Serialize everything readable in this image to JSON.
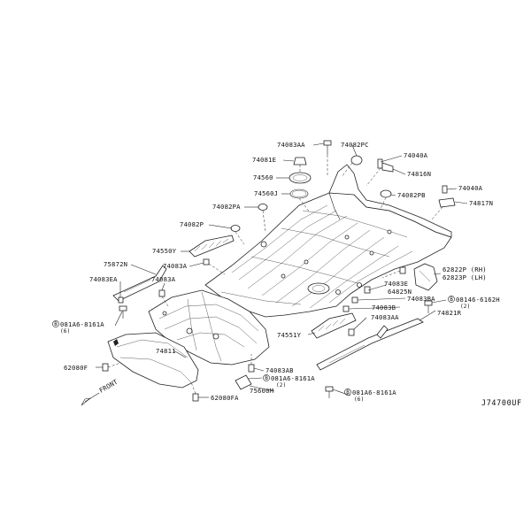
{
  "diagram": {
    "reference": "J74700UF",
    "front_label": "FRONT",
    "bolt_symbol": "B",
    "labels": {
      "p74083AA_top": "74083AA",
      "p74082PC": "74082PC",
      "p74081E": "74081E",
      "p74040A_top": "74040A",
      "p74816N": "74816N",
      "p74560": "74560",
      "p74560J": "74560J",
      "p74082PB": "74082PB",
      "p74040A_right": "74040A",
      "p74082PA": "74082PA",
      "p74817N": "74817N",
      "p74082P": "74082P",
      "p74550Y": "74550Y",
      "p75872N": "75872N",
      "p74083A_mid": "74083A",
      "p74083EA": "74083EA",
      "p74083A_left": "74083A",
      "p62822P": "62822P (RH)",
      "p62823P": "62823P (LH)",
      "p74083E": "74083E",
      "p64825N": "64825N",
      "p74083BA": "74083BA",
      "p74083B": "74083B",
      "p08146": "08146-6162H",
      "p08146_qty": "(2)",
      "p74821R": "74821R",
      "p081A6_left": "081A6-8161A",
      "p081A6_left_qty": "(6)",
      "p74551Y": "74551Y",
      "p74083AA_low": "74083AA",
      "p74811": "74811",
      "p62080F": "62080F",
      "p74083AB": "74083AB",
      "p081A6_mid": "081A6-8161A",
      "p081A6_mid_qty": "(2)",
      "p75600M": "75600M",
      "p62080FA": "62080FA",
      "p081A6_low": "081A6-8161A",
      "p081A6_low_qty": "(6)"
    }
  }
}
